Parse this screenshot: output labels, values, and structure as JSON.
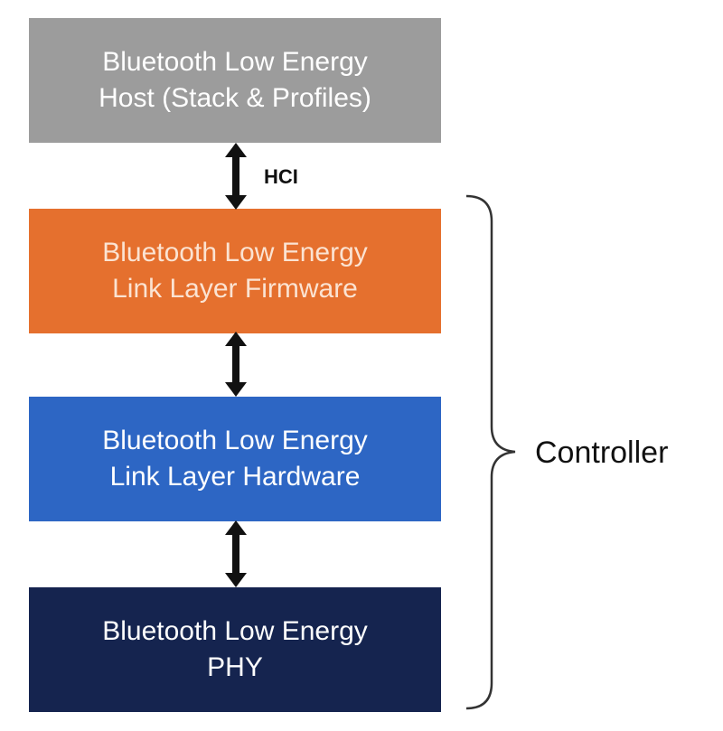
{
  "layers": [
    {
      "id": "host",
      "lines": [
        "Bluetooth Low Energy",
        "Host (Stack & Profiles)"
      ],
      "bg": "#9c9c9c",
      "fg": "#ffffff"
    },
    {
      "id": "link-layer-firmware",
      "lines": [
        "Bluetooth Low Energy",
        "Link Layer Firmware"
      ],
      "bg": "#e5702e",
      "fg": "#fbe3d2"
    },
    {
      "id": "link-layer-hardware",
      "lines": [
        "Bluetooth Low Energy",
        "Link Layer Hardware"
      ],
      "bg": "#2d66c4",
      "fg": "#ffffff"
    },
    {
      "id": "phy",
      "lines": [
        "Bluetooth Low Energy",
        "PHY"
      ],
      "bg": "#15244f",
      "fg": "#ffffff"
    }
  ],
  "interface_label": "HCI",
  "group_label": "Controller",
  "arrow_color": "#111111",
  "brace_color": "#333333"
}
